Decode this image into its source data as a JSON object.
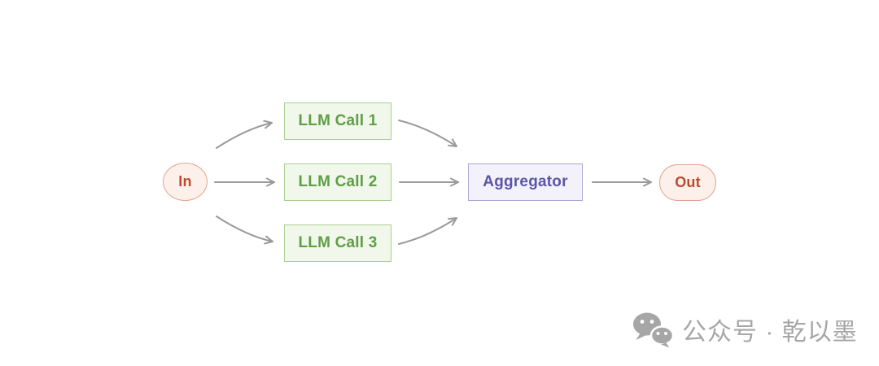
{
  "nodes": {
    "in": "In",
    "llm_call_1": "LLM Call 1",
    "llm_call_2": "LLM Call 2",
    "llm_call_3": "LLM Call 3",
    "aggregator": "Aggregator",
    "out": "Out"
  },
  "edges": [
    {
      "from": "in",
      "to": "llm_call_1",
      "style": "curved"
    },
    {
      "from": "in",
      "to": "llm_call_2",
      "style": "straight"
    },
    {
      "from": "in",
      "to": "llm_call_3",
      "style": "curved"
    },
    {
      "from": "llm_call_1",
      "to": "aggregator",
      "style": "curved"
    },
    {
      "from": "llm_call_2",
      "to": "aggregator",
      "style": "straight"
    },
    {
      "from": "llm_call_3",
      "to": "aggregator",
      "style": "curved"
    },
    {
      "from": "aggregator",
      "to": "out",
      "style": "straight"
    }
  ],
  "colors": {
    "background": "#ffffff",
    "arrow": "#9a9a9a",
    "terminal_text": "#bd4a2d",
    "terminal_fill": "#fdf0ea",
    "terminal_border": "#e2a28f",
    "llm_text": "#5f9e47",
    "llm_fill": "#f1f8eb",
    "llm_border": "#a9cf92",
    "aggregator_text": "#5b55a8",
    "aggregator_fill": "#f3f2fa",
    "aggregator_border": "#aca6d5",
    "watermark": "#a6a6a6"
  },
  "watermark": {
    "icon": "wechat-icon",
    "text": "公众号 · 乾以墨"
  }
}
